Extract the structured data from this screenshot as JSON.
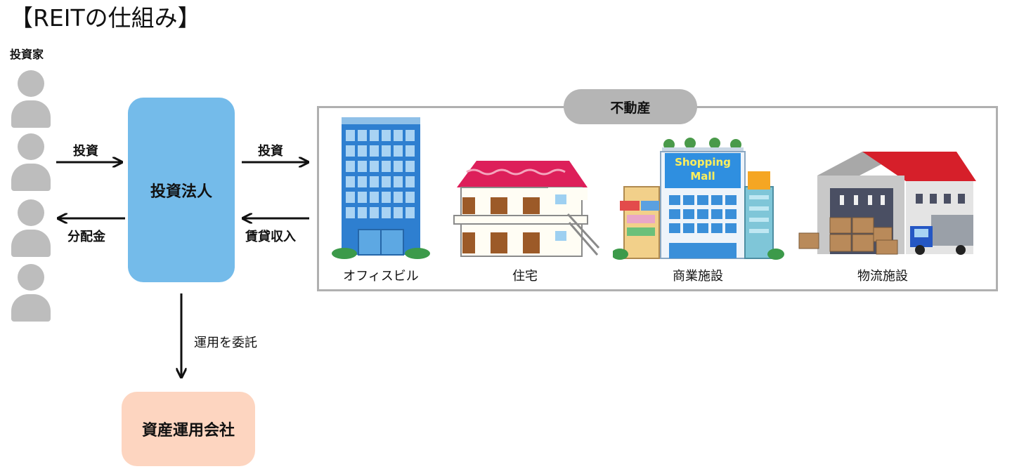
{
  "title": "【REITの仕組み】",
  "investors": {
    "label": "投資家"
  },
  "flows": {
    "invest_to_corp": "投資",
    "distribution": "分配金",
    "invest_to_property": "投資",
    "rental_income": "賃貸収入",
    "delegate": "運用を委託"
  },
  "corporation": {
    "label": "投資法人"
  },
  "asset_manager": {
    "label": "資産運用会社"
  },
  "real_estate": {
    "label": "不動産",
    "properties": [
      {
        "label": "オフィスビル",
        "icon": "office-building-icon"
      },
      {
        "label": "住宅",
        "icon": "house-icon"
      },
      {
        "label": "商業施設",
        "icon": "shopping-mall-icon"
      },
      {
        "label": "物流施設",
        "icon": "warehouse-icon"
      }
    ],
    "mall_sign": [
      "Shopping",
      "Mall"
    ]
  },
  "colors": {
    "corporation": "#74bbea",
    "asset_manager": "#fdd5c0",
    "person": "#bdbdbd",
    "frame": "#b0b0b0",
    "tab": "#b5b5b5"
  }
}
